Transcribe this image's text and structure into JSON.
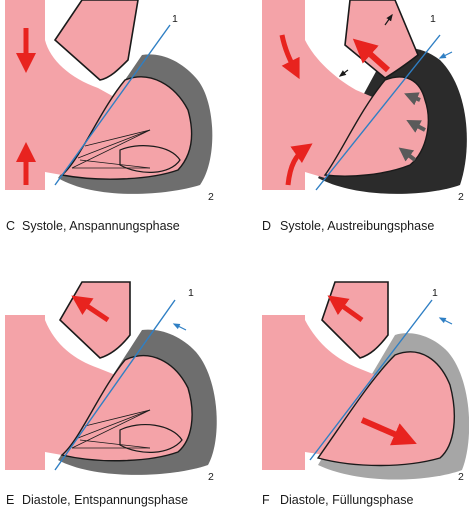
{
  "panels": [
    {
      "letter": "C",
      "caption": "Systole, Anspannungsphase",
      "plane_label_1": "1",
      "plane_label_2": "2",
      "wall_color": "#6e6e6e",
      "chamber_color": "#f4a3a8"
    },
    {
      "letter": "D",
      "caption": "Systole, Austreibungsphase",
      "plane_label_1": "1",
      "plane_label_2": "2",
      "wall_color": "#2b2b2b",
      "chamber_color": "#f4a3a8"
    },
    {
      "letter": "E",
      "caption": "Diastole, Entspannungsphase",
      "plane_label_1": "1",
      "plane_label_2": "2",
      "wall_color": "#6e6e6e",
      "chamber_color": "#f4a3a8"
    },
    {
      "letter": "F",
      "caption": "Diastole, Füllungsphase",
      "plane_label_1": "1",
      "plane_label_2": "2",
      "wall_color": "#a6a6a6",
      "chamber_color": "#f4a3a8"
    }
  ],
  "colors": {
    "flow_arrow": "#e8231f",
    "valve_plane": "#2f7fc4",
    "outline": "#1a1a1a"
  }
}
